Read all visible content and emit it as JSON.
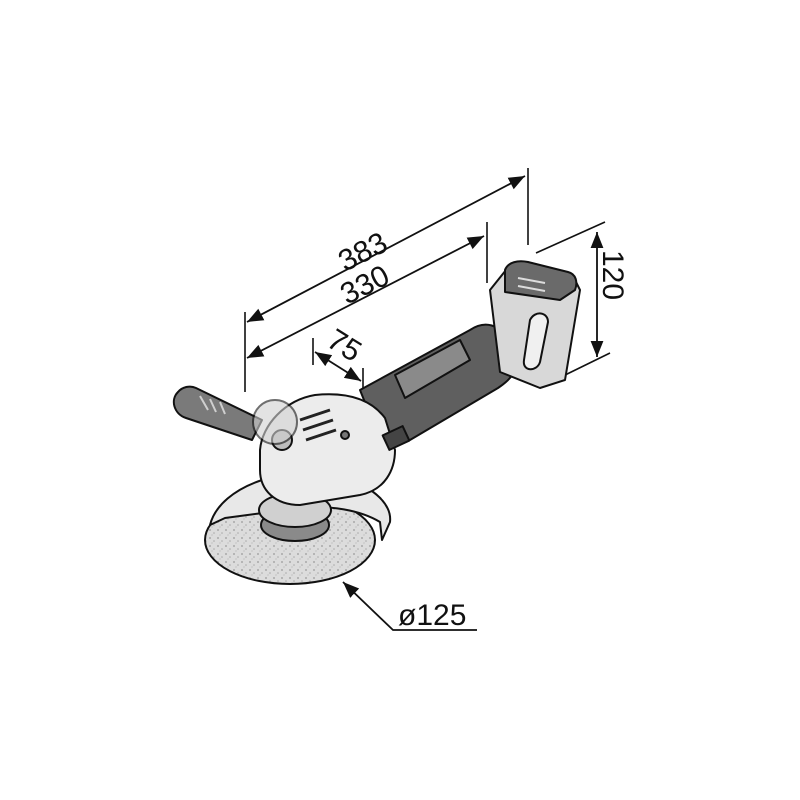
{
  "drawing": {
    "subject": "Cordless angle grinder dimension drawing",
    "units": "mm",
    "colors": {
      "background": "#ffffff",
      "line": "#111111",
      "body_light": "#e6e6e6",
      "body_mid": "#b8b8b8",
      "body_dark": "#6e6e6e",
      "disc": "#d4d4d4"
    }
  },
  "dimensions": {
    "overall_length": "383",
    "body_length": "330",
    "head_length": "75",
    "height": "120",
    "disc_diameter": "ø125"
  }
}
